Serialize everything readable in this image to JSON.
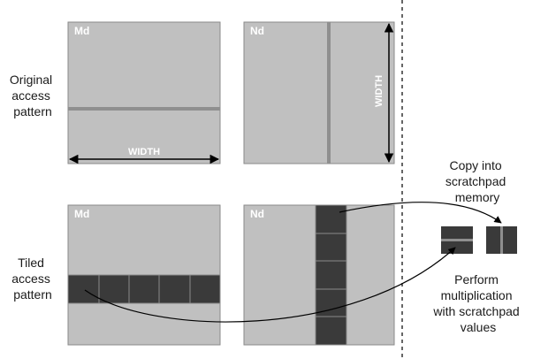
{
  "labels": {
    "original_access_pattern": [
      "Original",
      "access",
      "pattern"
    ],
    "tiled_access_pattern": [
      "Tiled",
      "access",
      "pattern"
    ],
    "copy_into_scratchpad": [
      "Copy into",
      "scratchpad",
      "memory"
    ],
    "perform_multiplication": [
      "Perform",
      "multiplication",
      "with scratchpad",
      "values"
    ]
  },
  "matrices": {
    "md_original": "Md",
    "nd_original": "Nd",
    "md_tiled": "Md",
    "nd_tiled": "Nd"
  },
  "dimensions": {
    "width_horizontal": "WIDTH",
    "width_vertical": "WIDTH"
  },
  "tiles": {
    "row_tile_count": 5,
    "column_tile_count": 5
  },
  "colors": {
    "matrix_fill": "#c0c0c0",
    "matrix_border": "#8a8a8a",
    "access_line": "#8f8f8f",
    "tile_fill": "#3a3a3a",
    "text": "#1a1a1a",
    "arrow": "#000000"
  }
}
